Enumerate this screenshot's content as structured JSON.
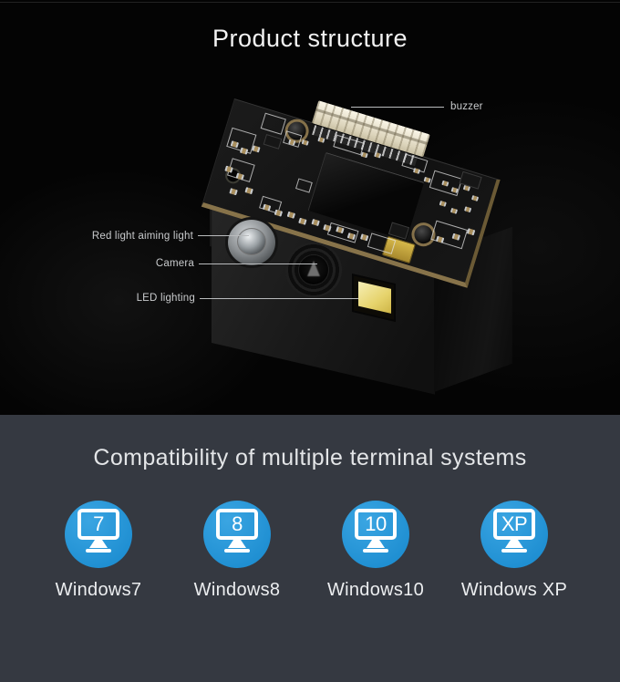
{
  "theme": {
    "top_bg": "#040404",
    "bottom_bg": "#353941",
    "accent_blue": "#2196d8",
    "led_yellow": "#e6d36c",
    "pcb_gold": "#87734a",
    "annotation_color": "#c9cbcd",
    "title_color": "#f2f2f2"
  },
  "product_section": {
    "title": "Product structure",
    "annotations": [
      {
        "id": "buzzer",
        "label": "buzzer"
      },
      {
        "id": "aiming",
        "label": "Red light aiming light"
      },
      {
        "id": "camera",
        "label": "Camera"
      },
      {
        "id": "led",
        "label": "LED lighting"
      }
    ]
  },
  "compatibility_section": {
    "title": "Compatibility of multiple terminal systems",
    "systems": [
      {
        "screen_text": "7",
        "label": "Windows7"
      },
      {
        "screen_text": "8",
        "label": "Windows8"
      },
      {
        "screen_text": "10",
        "label": "Windows10"
      },
      {
        "screen_text": "XP",
        "label": "Windows XP"
      }
    ]
  }
}
